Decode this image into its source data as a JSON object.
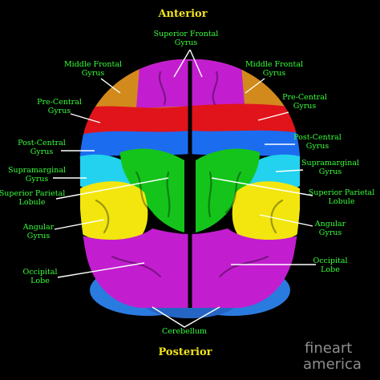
{
  "title_top": "Anterior",
  "title_bottom": "Posterior",
  "colors": {
    "label_text": "#39ff3a",
    "heading_text": "#f2e21c",
    "superior_frontal": "#c21ecf",
    "middle_frontal": "#d38a1c",
    "pre_central": "#e0141a",
    "post_central": "#1c6cf0",
    "supramarginal": "#22d2ee",
    "superior_parietal": "#14c41a",
    "angular": "#f2e60e",
    "occipital": "#c21ecf",
    "cerebellum": "#2a7be0"
  },
  "labels": {
    "sfg_1": "Superior Frontal",
    "sfg_2": "Gyrus",
    "mfg_l1": "Middle Frontal",
    "mfg_l2": "Gyrus",
    "mfg_r1": "Middle Frontal",
    "mfg_r2": "Gyrus",
    "prec_l1": "Pre-Central",
    "prec_l2": "Gyrus",
    "prec_r1": "Pre-Central",
    "prec_r2": "Gyrus",
    "postc_l1": "Post-Central",
    "postc_l2": "Gyrus",
    "postc_r1": "Post-Central",
    "postc_r2": "Gyrus",
    "supra_l1": "Supramarginal",
    "supra_l2": "Gyrus",
    "supra_r1": "Supramarginal",
    "supra_r2": "Gyrus",
    "spl_l1": "Superior Parietal",
    "spl_l2": "Lobule",
    "spl_r1": "Superior Parietal",
    "spl_r2": "Lobule",
    "ang_l1": "Angular",
    "ang_l2": "Gyrus",
    "ang_r1": "Angular",
    "ang_r2": "Gyrus",
    "occ_l1": "Occipital",
    "occ_l2": "Lobe",
    "occ_r1": "Occipital",
    "occ_r2": "Lobe",
    "cereb": "Cerebellum"
  },
  "watermark": {
    "line1": "fine",
    "line1b": "art",
    "line2": "america"
  }
}
